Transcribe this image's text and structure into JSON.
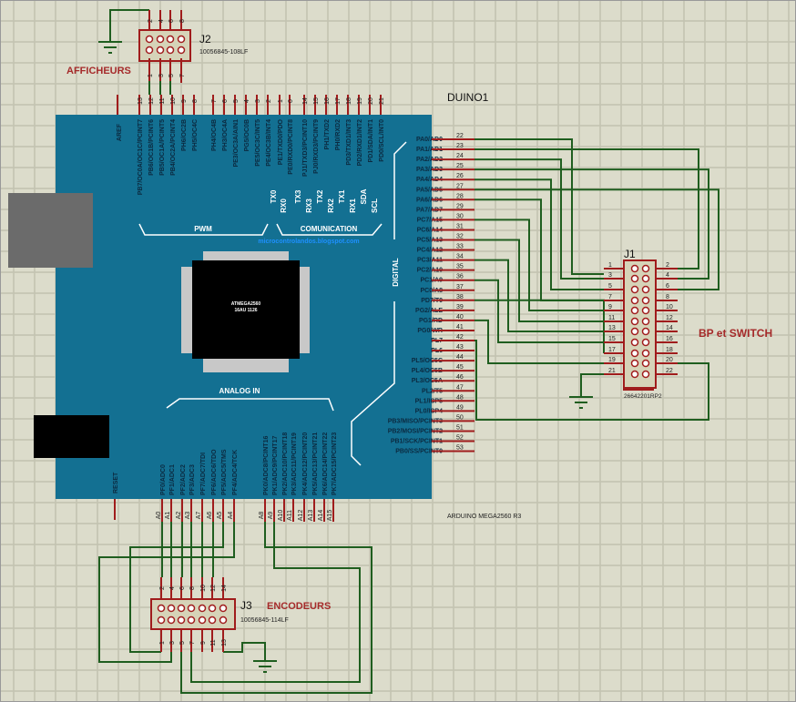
{
  "board": {
    "ref": "DUINO1",
    "part": "ARDUINO MEGA2560 R3",
    "chip_line1": "ATMEGA2560",
    "chip_line2": "16AU 1126",
    "watermark": "microcontrolandos.blogspot.com",
    "group_pwm": "PWM",
    "group_comm": "COMUNICATION",
    "group_digital": "DIGITAL",
    "group_analog": "ANALOG IN",
    "reset_label": "RESET",
    "aref_label": "AREF",
    "colors": {
      "board": "#137092",
      "usb": "#6b6b6b",
      "power_jack": "#000000",
      "chip": "#000000",
      "chip_pads": "#c8c8c8"
    }
  },
  "top_pins": [
    {
      "num": "13",
      "sig": "PB7/OC0A/OC1C/PCINT7"
    },
    {
      "num": "12",
      "sig": "PB6/OC1B/PCINT6"
    },
    {
      "num": "11",
      "sig": "PB5/OC1A/PCINT5"
    },
    {
      "num": "10",
      "sig": "PB4/OC2A/PCINT4"
    },
    {
      "num": "9",
      "sig": "PH6/OC2B"
    },
    {
      "num": "8",
      "sig": "PH5/OC4C"
    },
    {
      "num": "7",
      "sig": "PH4/OC4B"
    },
    {
      "num": "6",
      "sig": "PH3/OC4A"
    },
    {
      "num": "5",
      "sig": "PE3/OC3A/AIN1"
    },
    {
      "num": "4",
      "sig": "PG5/OC0B"
    },
    {
      "num": "3",
      "sig": "PE5/OC3C/INT5"
    },
    {
      "num": "2",
      "sig": "PE4/OC3B/INT4"
    },
    {
      "num": "1",
      "sig": "PE1/TXD0/PDO",
      "alt": "TX0"
    },
    {
      "num": "0",
      "sig": "PE0/RXD0/PCINT8",
      "alt": "RX0"
    },
    {
      "num": "14",
      "sig": "PJ1/TXD3/PCINT10",
      "alt": "TX3"
    },
    {
      "num": "15",
      "sig": "PJ0/RXD3/PCINT9",
      "alt": "RX3"
    },
    {
      "num": "16",
      "sig": "PH1/TXD2",
      "alt": "TX2"
    },
    {
      "num": "17",
      "sig": "PH0/RXD2",
      "alt": "RX2"
    },
    {
      "num": "18",
      "sig": "PD3/TXD1/INT3",
      "alt": "TX1"
    },
    {
      "num": "19",
      "sig": "PD2/RXD1/INT2",
      "alt": "RX1"
    },
    {
      "num": "20",
      "sig": "PD1/SDA/INT1",
      "alt": "SDA"
    },
    {
      "num": "21",
      "sig": "PD0/SCL/INT0",
      "alt": "SCL"
    }
  ],
  "right_pins": [
    {
      "num": "22",
      "sig": "PA0/AD0"
    },
    {
      "num": "23",
      "sig": "PA1/AD1"
    },
    {
      "num": "24",
      "sig": "PA2/AD2"
    },
    {
      "num": "25",
      "sig": "PA3/AD3"
    },
    {
      "num": "26",
      "sig": "PA4/AD4"
    },
    {
      "num": "27",
      "sig": "PA5/AD5"
    },
    {
      "num": "28",
      "sig": "PA6/AD6"
    },
    {
      "num": "29",
      "sig": "PA7/AD7"
    },
    {
      "num": "30",
      "sig": "PC7/A15"
    },
    {
      "num": "31",
      "sig": "PC6/A14"
    },
    {
      "num": "32",
      "sig": "PC5/A13"
    },
    {
      "num": "33",
      "sig": "PC4/A12"
    },
    {
      "num": "34",
      "sig": "PC3/A11"
    },
    {
      "num": "35",
      "sig": "PC2/A10"
    },
    {
      "num": "36",
      "sig": "PC1/A9"
    },
    {
      "num": "37",
      "sig": "PC0/A8"
    },
    {
      "num": "38",
      "sig": "PD7/T0"
    },
    {
      "num": "39",
      "sig": "PG2/ALE"
    },
    {
      "num": "40",
      "sig": "PG1/RD"
    },
    {
      "num": "41",
      "sig": "PG0/WR"
    },
    {
      "num": "42",
      "sig": "PL7"
    },
    {
      "num": "43",
      "sig": "PL6"
    },
    {
      "num": "44",
      "sig": "PL5/OC5C"
    },
    {
      "num": "45",
      "sig": "PL4/OC5B"
    },
    {
      "num": "46",
      "sig": "PL3/OC5A"
    },
    {
      "num": "47",
      "sig": "PL2/T5"
    },
    {
      "num": "48",
      "sig": "PL1/ICP5"
    },
    {
      "num": "49",
      "sig": "PL0/ICP4"
    },
    {
      "num": "50",
      "sig": "PB3/MISO/PCINT3"
    },
    {
      "num": "51",
      "sig": "PB2/MOSI/PCINT2"
    },
    {
      "num": "52",
      "sig": "PB1/SCK/PCINT1"
    },
    {
      "num": "53",
      "sig": "PB0/SS/PCINT0"
    }
  ],
  "bottom_pins": [
    {
      "num": "A0",
      "sig": "PF0/ADC0"
    },
    {
      "num": "A1",
      "sig": "PF1/ADC1"
    },
    {
      "num": "A2",
      "sig": "PF2/ADC2"
    },
    {
      "num": "A3",
      "sig": "PF3/ADC3"
    },
    {
      "num": "A7",
      "sig": "PF7/ADC7/TDI"
    },
    {
      "num": "A6",
      "sig": "PF6/ADC6/TDO"
    },
    {
      "num": "A5",
      "sig": "PF5/ADC5/TMS"
    },
    {
      "num": "A4",
      "sig": "PF4/ADC4/TCK"
    },
    {
      "num": "A8",
      "sig": "PK0/ADC8/PCINT16"
    },
    {
      "num": "A9",
      "sig": "PK1/ADC9/PCINT17"
    },
    {
      "num": "A10",
      "sig": "PK2/ADC10/PCINT18"
    },
    {
      "num": "A11",
      "sig": "PK3/ADC11/PCINT19"
    },
    {
      "num": "A12",
      "sig": "PK4/ADC12/PCINT20"
    },
    {
      "num": "A13",
      "sig": "PK5/ADC13/PCINT21"
    },
    {
      "num": "A14",
      "sig": "PK6/ADC14/PCINT22"
    },
    {
      "num": "A15",
      "sig": "PK7/ADC15/PCINT23"
    }
  ],
  "connectors": {
    "j1": {
      "ref": "J1",
      "part": "26642201RP2",
      "label": "BP et SWITCH",
      "odd": [
        "1",
        "3",
        "5",
        "7",
        "9",
        "11",
        "13",
        "15",
        "17",
        "19",
        "21"
      ],
      "even": [
        "2",
        "4",
        "6",
        "8",
        "10",
        "12",
        "14",
        "16",
        "18",
        "20",
        "22"
      ]
    },
    "j2": {
      "ref": "J2",
      "part": "10056845-108LF",
      "label": "AFFICHEURS",
      "top": [
        "2",
        "4",
        "6",
        "8"
      ],
      "bottom": [
        "1",
        "3",
        "5",
        "7"
      ]
    },
    "j3": {
      "ref": "J3",
      "part": "10056845-114LF",
      "label": "ENCODEURS",
      "top": [
        "2",
        "4",
        "6",
        "8",
        "10",
        "12",
        "14"
      ],
      "bottom": [
        "1",
        "3",
        "5",
        "7",
        "9",
        "11",
        "13"
      ]
    }
  },
  "colors": {
    "grid_bg": "#dcdccb",
    "grid_line": "#c2c2b0",
    "pin": "#a01c1c",
    "wire": "#1f5e1f",
    "label_red": "#a52a2a"
  }
}
